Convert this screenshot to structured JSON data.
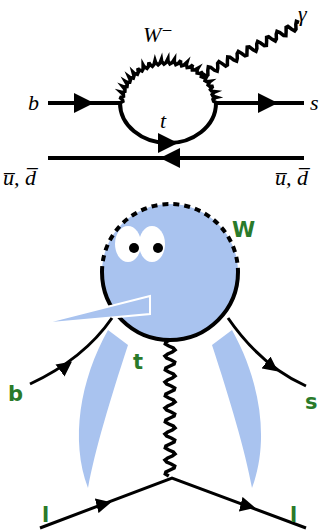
{
  "diagram": {
    "labels": [
      "W⁻",
      "γ",
      "b",
      "s",
      "t",
      "u̅, d̅",
      "u̅, d̅",
      "W",
      "t",
      "b",
      "s",
      "l",
      "l"
    ]
  }
}
